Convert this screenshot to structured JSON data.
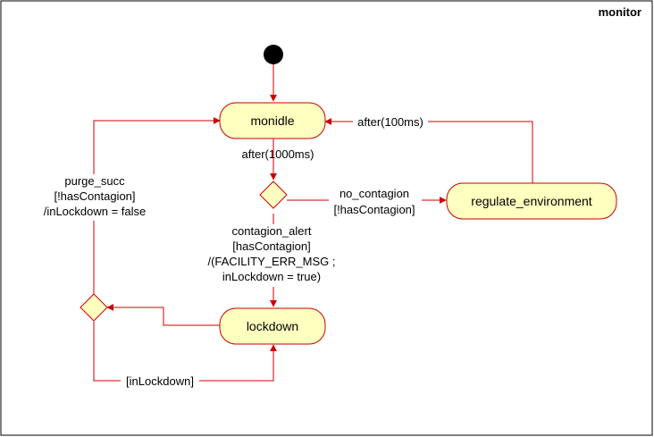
{
  "diagram": {
    "title": "monitor",
    "states": {
      "monidle": "monidle",
      "regulate_environment": "regulate_environment",
      "lockdown": "lockdown"
    },
    "transitions": {
      "after_100ms": "after(100ms)",
      "after_1000ms": "after(1000ms)",
      "no_contagion": [
        "no_contagion",
        "[!hasContagion]"
      ],
      "contagion_alert": [
        "contagion_alert",
        "[hasContagion]",
        "/(FACILITY_ERR_MSG ;",
        "inLockdown = true)"
      ],
      "purge_succ": [
        "purge_succ",
        "[!hasContagion]",
        "/inLockdown = false"
      ],
      "in_lockdown": "[inLockdown]"
    },
    "colors": {
      "state_fill": "#ffffc0",
      "line": "#cc0000",
      "frame": "#000000",
      "initial": "#000000"
    }
  }
}
